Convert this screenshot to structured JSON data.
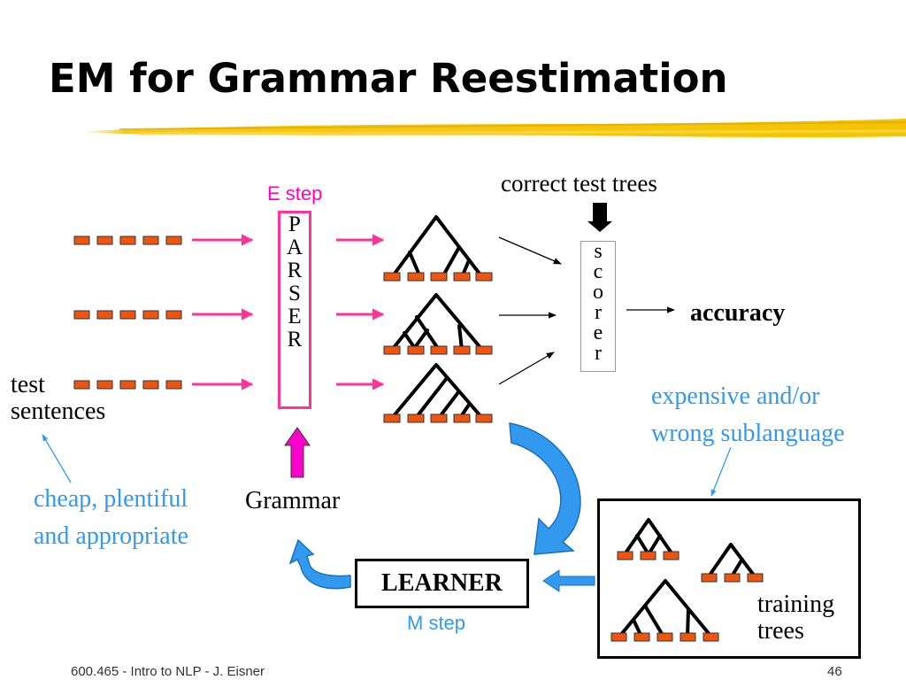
{
  "slide": {
    "title": "EM for Grammar Reestimation",
    "page_number": "46",
    "footer": "600.465 - Intro to NLP - J. Eisner"
  },
  "labels": {
    "e_step": "E step",
    "m_step": "M step",
    "parser_letters": [
      "P",
      "A",
      "R",
      "S",
      "E",
      "R"
    ],
    "scorer_letters": [
      "s",
      "c",
      "o",
      "r",
      "e",
      "r"
    ],
    "correct_test_trees": "correct test trees",
    "accuracy": "accuracy",
    "test": "test",
    "sentences": "sentences",
    "cheap_line1": "cheap, plentiful",
    "cheap_line2": "and appropriate",
    "grammar": "Grammar",
    "learner": "LEARNER",
    "expensive_line1": "expensive and/or",
    "expensive_line2": "wrong sublanguage",
    "training": "training",
    "trees": "trees"
  },
  "colors": {
    "pink_arrow": "#ff3399",
    "blue_text": "#3399ee",
    "e_step": "#ff00cc",
    "m_step": "#3399ee",
    "leaf": "#ee5511",
    "highlight": "#f5c400"
  }
}
